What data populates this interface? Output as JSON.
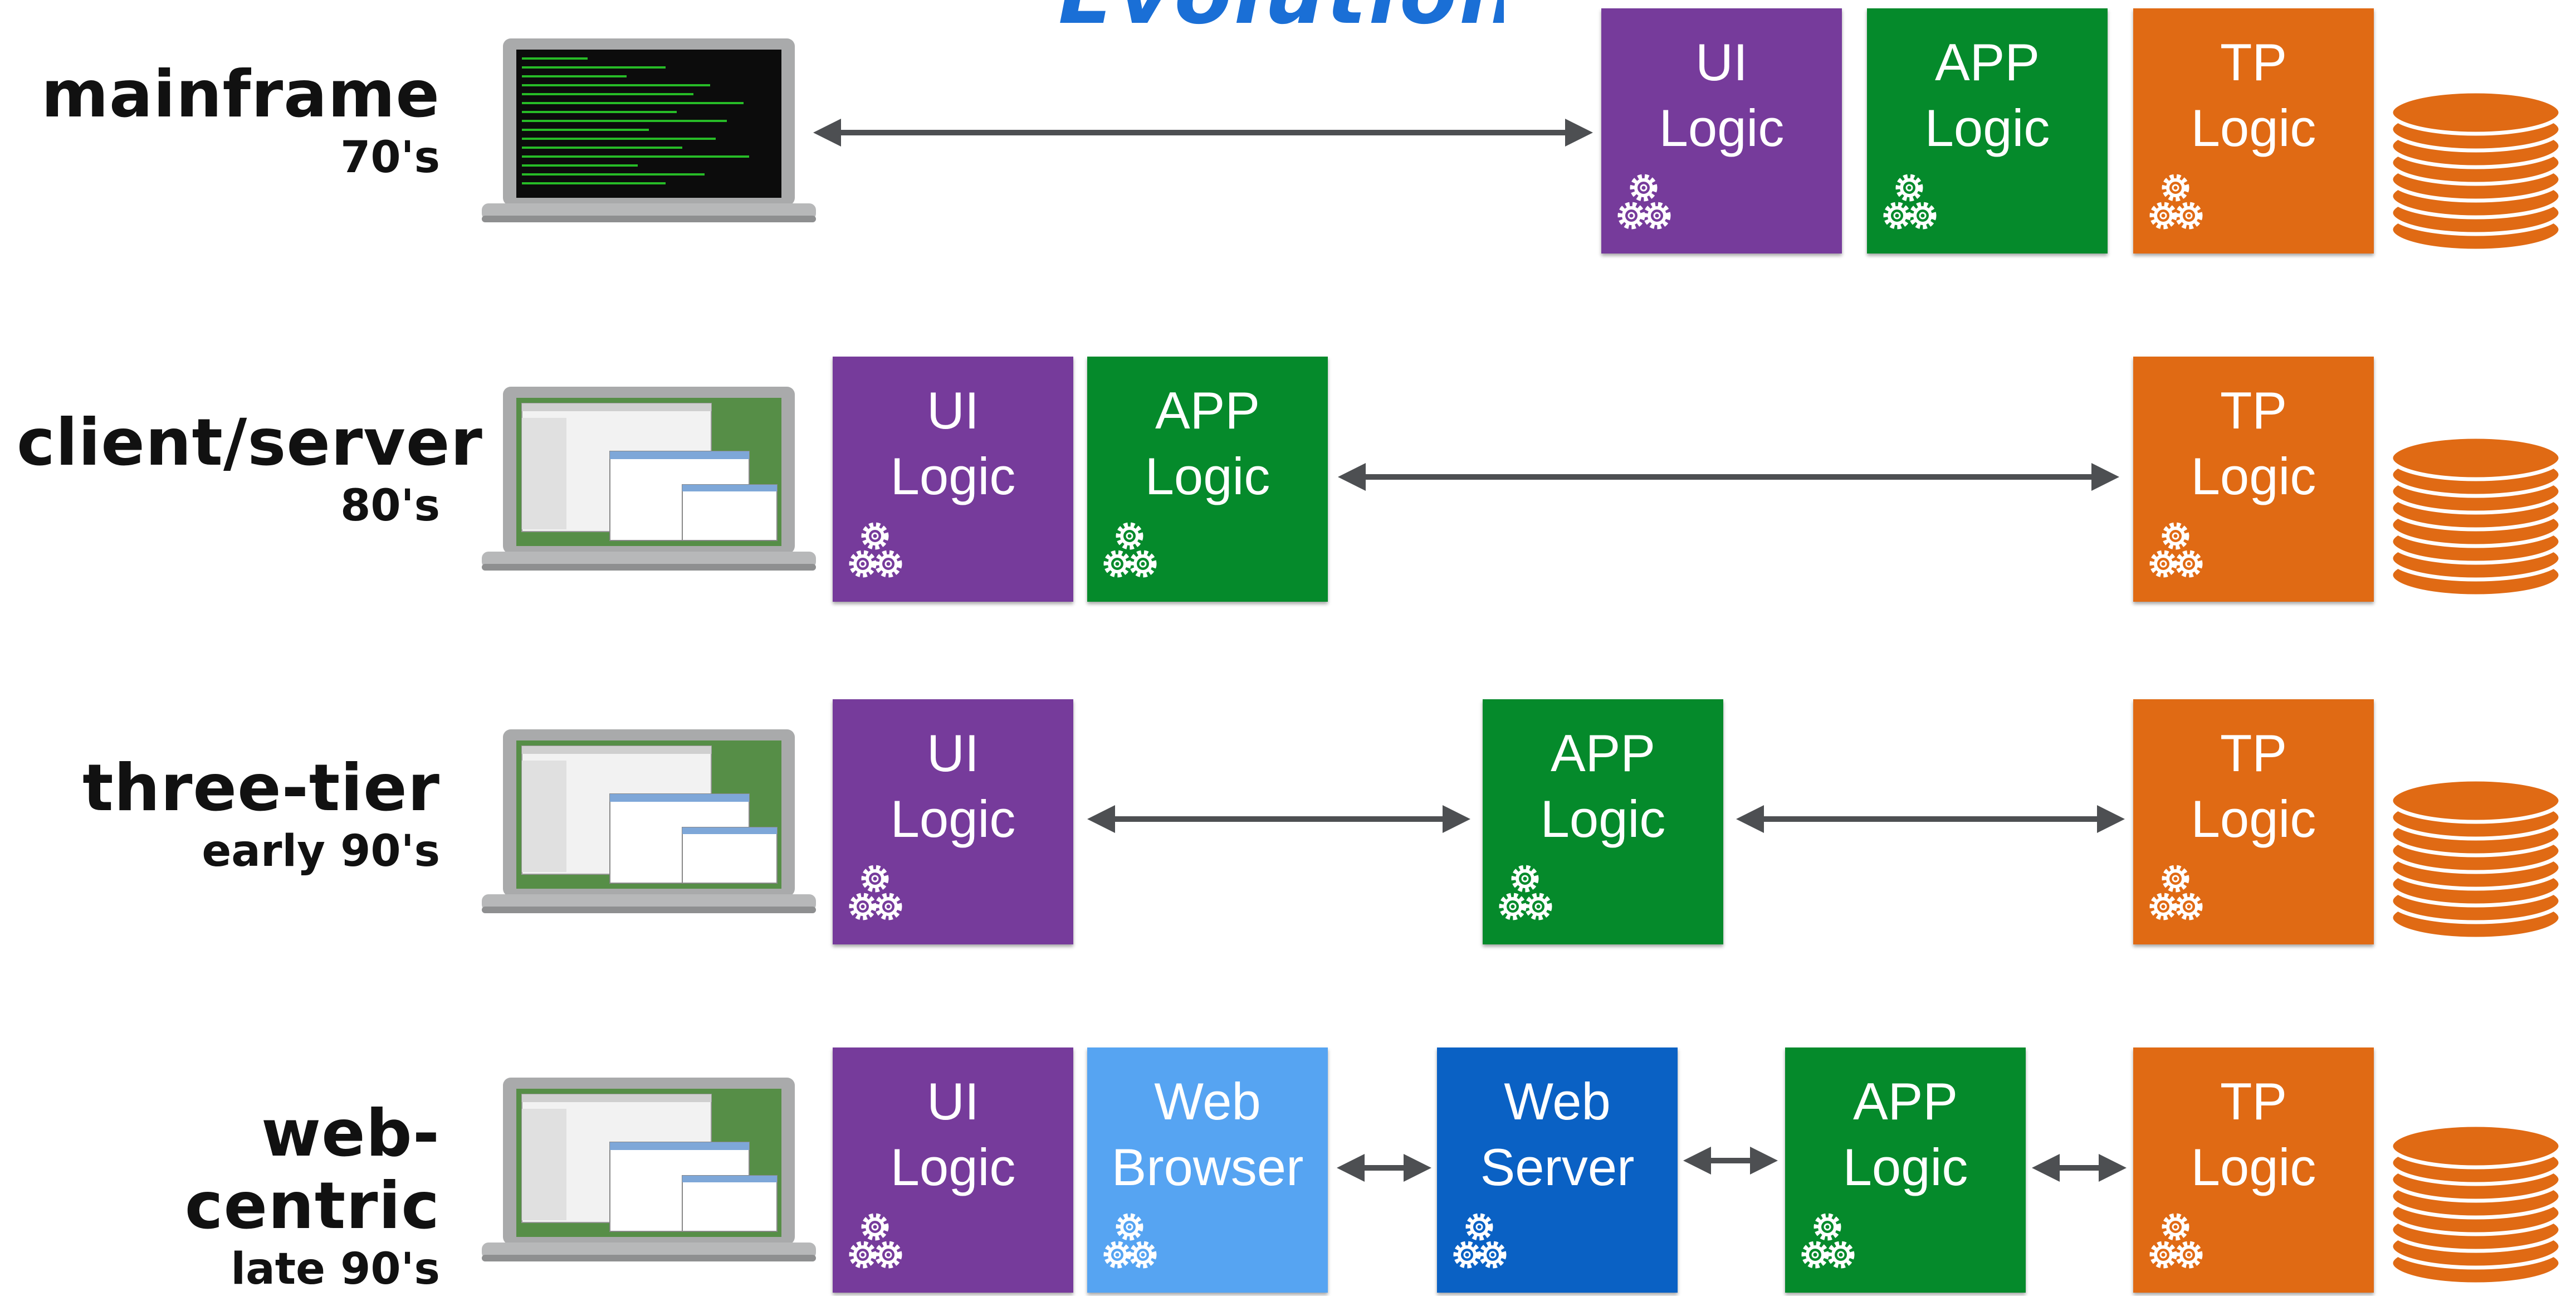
{
  "title": "Evolution",
  "colors": {
    "ui": "#763b9b",
    "app": "#058a2b",
    "tp": "#e06a14",
    "web_browser": "#56a4f2",
    "web_server": "#0a61c4",
    "arrow": "#4d4f52",
    "database": "#e06a14"
  },
  "rows": [
    {
      "era": "mainframe",
      "period": "70's",
      "client_screen": "terminal",
      "boxes": [
        {
          "label": "UI\nLogic",
          "kind": "ui"
        },
        {
          "label": "APP\nLogic",
          "kind": "app"
        },
        {
          "label": "TP\nLogic",
          "kind": "tp"
        }
      ],
      "connections": [
        "client ↔ UI Logic"
      ]
    },
    {
      "era": "client/server",
      "period": "80's",
      "client_screen": "desktop",
      "boxes": [
        {
          "label": "UI\nLogic",
          "kind": "ui"
        },
        {
          "label": "APP\nLogic",
          "kind": "app"
        },
        {
          "label": "TP\nLogic",
          "kind": "tp"
        }
      ],
      "connections": [
        "APP Logic ↔ TP Logic"
      ]
    },
    {
      "era": "three-tier",
      "period": "early 90's",
      "client_screen": "desktop",
      "boxes": [
        {
          "label": "UI\nLogic",
          "kind": "ui"
        },
        {
          "label": "APP\nLogic",
          "kind": "app"
        },
        {
          "label": "TP\nLogic",
          "kind": "tp"
        }
      ],
      "connections": [
        "UI Logic ↔ APP Logic",
        "APP Logic ↔ TP Logic"
      ]
    },
    {
      "era": "web-centric",
      "period": "late 90's",
      "client_screen": "desktop",
      "boxes": [
        {
          "label": "UI\nLogic",
          "kind": "ui"
        },
        {
          "label": "Web\nBrowser",
          "kind": "web_browser"
        },
        {
          "label": "Web\nServer",
          "kind": "web_server"
        },
        {
          "label": "APP\nLogic",
          "kind": "app"
        },
        {
          "label": "TP\nLogic",
          "kind": "tp"
        }
      ],
      "connections": [
        "Web Browser ↔ Web Server",
        "Web Server ↔ APP Logic",
        "APP Logic ↔ TP Logic"
      ]
    }
  ],
  "icons": {
    "gears": "gears-icon",
    "laptop": "laptop-icon",
    "database": "database-icon"
  }
}
